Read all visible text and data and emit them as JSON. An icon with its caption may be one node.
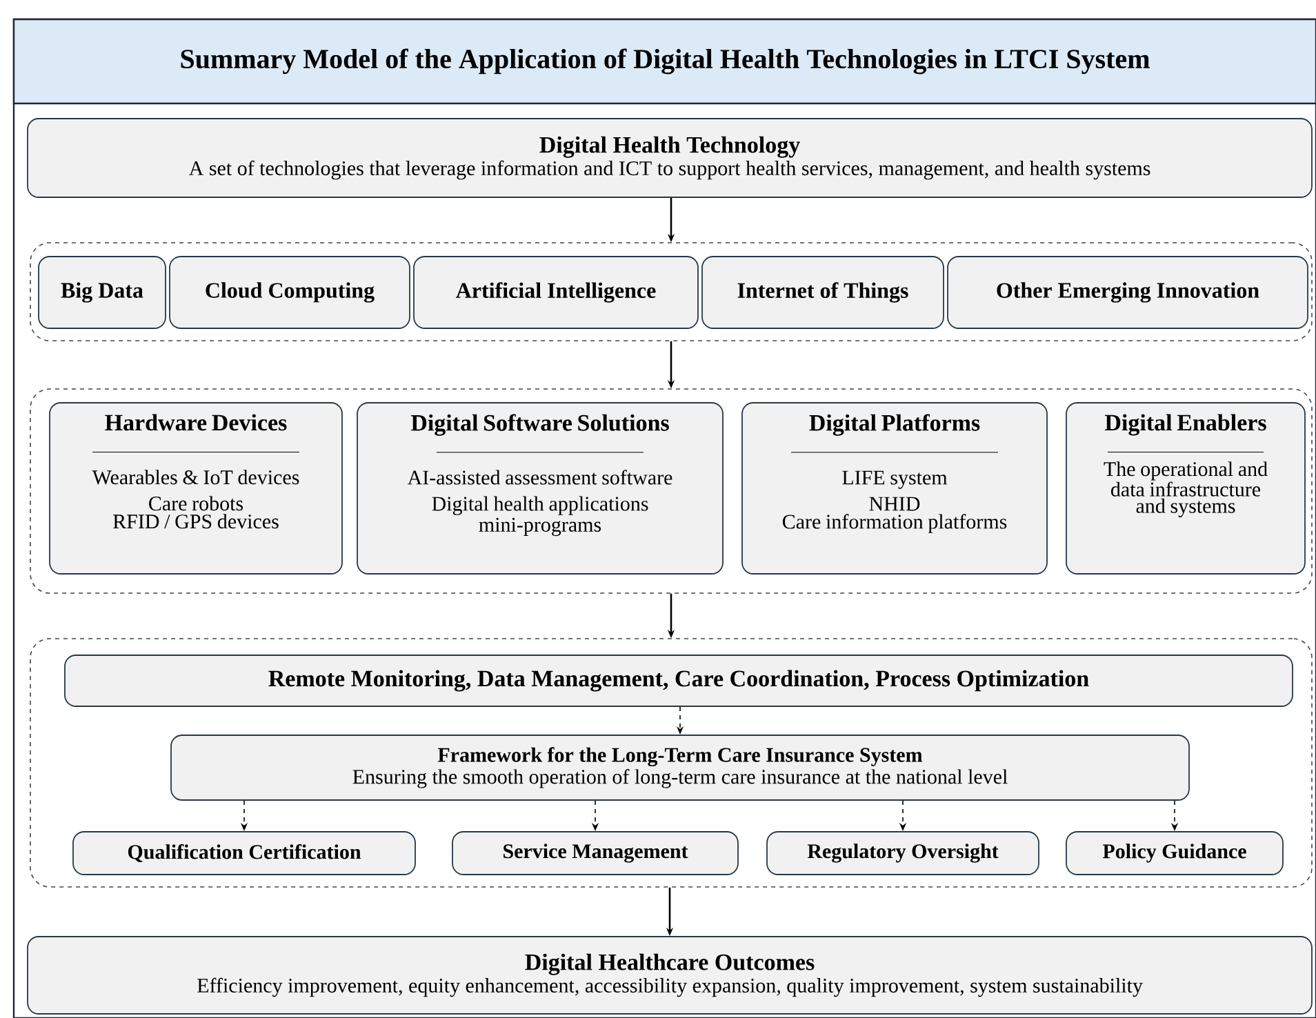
{
  "diagram": {
    "title": "Summary Model of the Application of Digital Health Technologies in LTCI System",
    "nodes": [
      {
        "text": [
          "Digital Health Technology",
          "A set of technologies that leverage information and ICT to support health services, management, and health systems"
        ]
      },
      {
        "text": [],
        "shape": "box"
      },
      {
        "text": [
          "Big Data"
        ],
        "in": 1
      },
      {
        "text": [
          "Cloud Computing"
        ],
        "in": 1
      },
      {
        "text": [
          "Artificial Intelligence"
        ],
        "in": 1
      },
      {
        "text": [
          "Internet of Things"
        ],
        "in": 1
      },
      {
        "text": [
          "Other Emerging Innovation"
        ],
        "in": 1
      },
      {
        "text": [],
        "shape": "box"
      },
      {
        "text": [
          "Hardware Devices",
          "Wearables & IoT devices",
          "Care robots",
          "RFID / GPS devices"
        ],
        "in": 7
      },
      {
        "text": [
          "Digital Software Solutions",
          "AI-assisted assessment software",
          "Digital health applications",
          "mini-programs"
        ],
        "in": 7
      },
      {
        "text": [
          "Digital Platforms",
          "LIFE system",
          "NHID",
          "Care information platforms"
        ],
        "in": 7
      },
      {
        "text": [
          "Digital Enablers",
          "The operational and data infrastructure and systems"
        ],
        "in": 7
      },
      {
        "text": [],
        "shape": "box"
      },
      {
        "text": [
          "Remote Monitoring, Data Management, Care Coordination, Process Optimization"
        ],
        "in": 12
      },
      {
        "text": [
          "Framework for the Long-Term Care Insurance System",
          "Ensuring the smooth operation of long-term care insurance at the national level"
        ],
        "in": 12
      },
      {
        "text": [
          "Qualification Certification"
        ],
        "in": 12
      },
      {
        "text": [
          "Service Management"
        ],
        "in": 12
      },
      {
        "text": [
          "Regulatory Oversight"
        ],
        "in": 12
      },
      {
        "text": [
          "Policy Guidance"
        ],
        "in": 12
      },
      {
        "text": [
          "Digital Healthcare Outcomes",
          "Efficiency improvement, equity enhancement, accessibility expansion, quality improvement, system sustainability"
        ]
      }
    ],
    "edges": [
      {
        "from": 0,
        "to": 1,
        "arrow": "to"
      },
      {
        "from": 1,
        "to": 7,
        "arrow": "to"
      },
      {
        "from": 7,
        "to": 12,
        "arrow": "to"
      },
      {
        "from": 12,
        "to": 19,
        "arrow": "to"
      },
      {
        "from": 13,
        "to": 14,
        "arrow": "to",
        "style": "dashed"
      },
      {
        "from": 14,
        "to": 15,
        "arrow": "to",
        "style": "dashed"
      },
      {
        "from": 14,
        "to": 16,
        "arrow": "to",
        "style": "dashed"
      },
      {
        "from": 14,
        "to": 17,
        "arrow": "to",
        "style": "dashed"
      },
      {
        "from": 14,
        "to": 18,
        "arrow": "to",
        "style": "dashed"
      }
    ]
  }
}
